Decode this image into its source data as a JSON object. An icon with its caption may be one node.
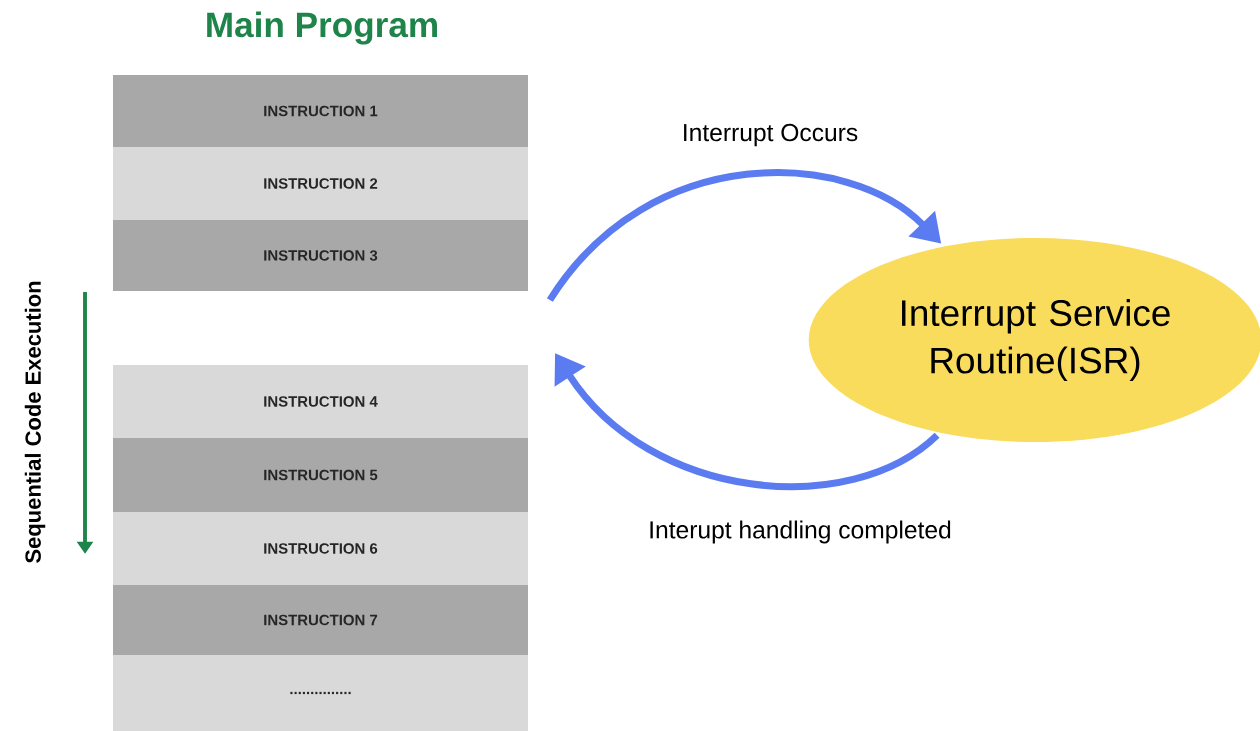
{
  "diagram": {
    "title": "Main Program",
    "nodes": [
      {
        "text": [
          "INSTRUCTION 1"
        ]
      },
      {
        "text": [
          "INSTRUCTION 2"
        ]
      },
      {
        "text": [
          "INSTRUCTION 3"
        ]
      },
      {
        "text": [
          "INSTRUCTION 4"
        ]
      },
      {
        "text": [
          "INSTRUCTION 5"
        ]
      },
      {
        "text": [
          "INSTRUCTION 6"
        ]
      },
      {
        "text": [
          "INSTRUCTION 7"
        ]
      },
      {
        "text": [
          "..............."
        ]
      },
      {
        "text": [
          "Interrupt Service Routine(ISR)"
        ]
      }
    ],
    "edges": [
      {
        "from": null,
        "to": 8,
        "arrow": "to",
        "label": "Interrupt Occurs"
      },
      {
        "from": 8,
        "to": null,
        "arrow": "to",
        "label": "Interupt handling completed"
      }
    ],
    "labels": [
      "Sequential Code Execution"
    ]
  }
}
